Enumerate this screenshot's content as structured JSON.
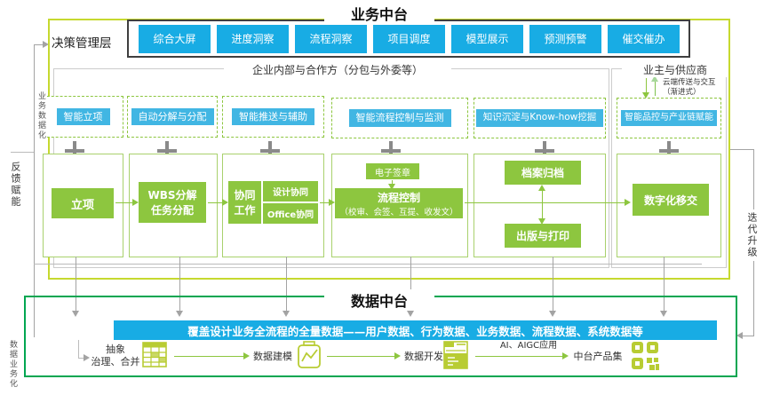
{
  "business_platform": {
    "title": "业务中台",
    "decision_layer": {
      "label": "决策管理层",
      "buttons": [
        "综合大屏",
        "进度洞察",
        "流程洞察",
        "项目调度",
        "模型展示",
        "预测预警",
        "催交催办"
      ]
    },
    "internal": {
      "header": "企业内部与合作方（分包与外委等）",
      "capabilities": [
        "智能立项",
        "自动分解与分配",
        "智能推送与辅助",
        "智能流程控制与监测",
        "知识沉淀与Know-how挖掘"
      ],
      "process": {
        "initiation": "立项",
        "wbs_line1": "WBS分解",
        "wbs_line2": "任务分配",
        "collab_line1": "协同",
        "collab_line2": "工作",
        "collab_sub1": "设计协同",
        "collab_sub2": "Office协同",
        "esign": "电子签章",
        "flow_title": "流程控制",
        "flow_sub": "（校审、会签、互提、收发文）",
        "archive": "档案归档",
        "publish": "出版与打印"
      }
    },
    "external": {
      "header": "业主与供应商",
      "cloud_note": "云端传送与交互（渐进式）",
      "capability": "智能品控与产业链赋能",
      "handover": "数字化移交"
    }
  },
  "data_platform": {
    "title": "数据中台",
    "banner": "覆盖设计业务全流程的全量数据——用户数据、行为数据、业务数据、流程数据、系统数据等",
    "steps": {
      "abstract_line1": "抽象",
      "abstract_line2": "治理、合并",
      "modeling": "数据建模",
      "development": "数据开发",
      "ai_label": "AI、AIGC应用",
      "products": "中台产品集"
    }
  },
  "side_labels": {
    "left_top": "业务数据化",
    "left_mid": "反馈赋能",
    "left_bottom": "数据业务化",
    "right": "迭代升级"
  },
  "colors": {
    "accent_blue": "#18ace4",
    "capability_blue": "#41b6e3",
    "process_green": "#8dc63f",
    "platform_border_olive": "#c6d92f",
    "data_border_green": "#00a651",
    "icon_olive": "#b8cc33",
    "line_gray": "#a3a3a3"
  }
}
